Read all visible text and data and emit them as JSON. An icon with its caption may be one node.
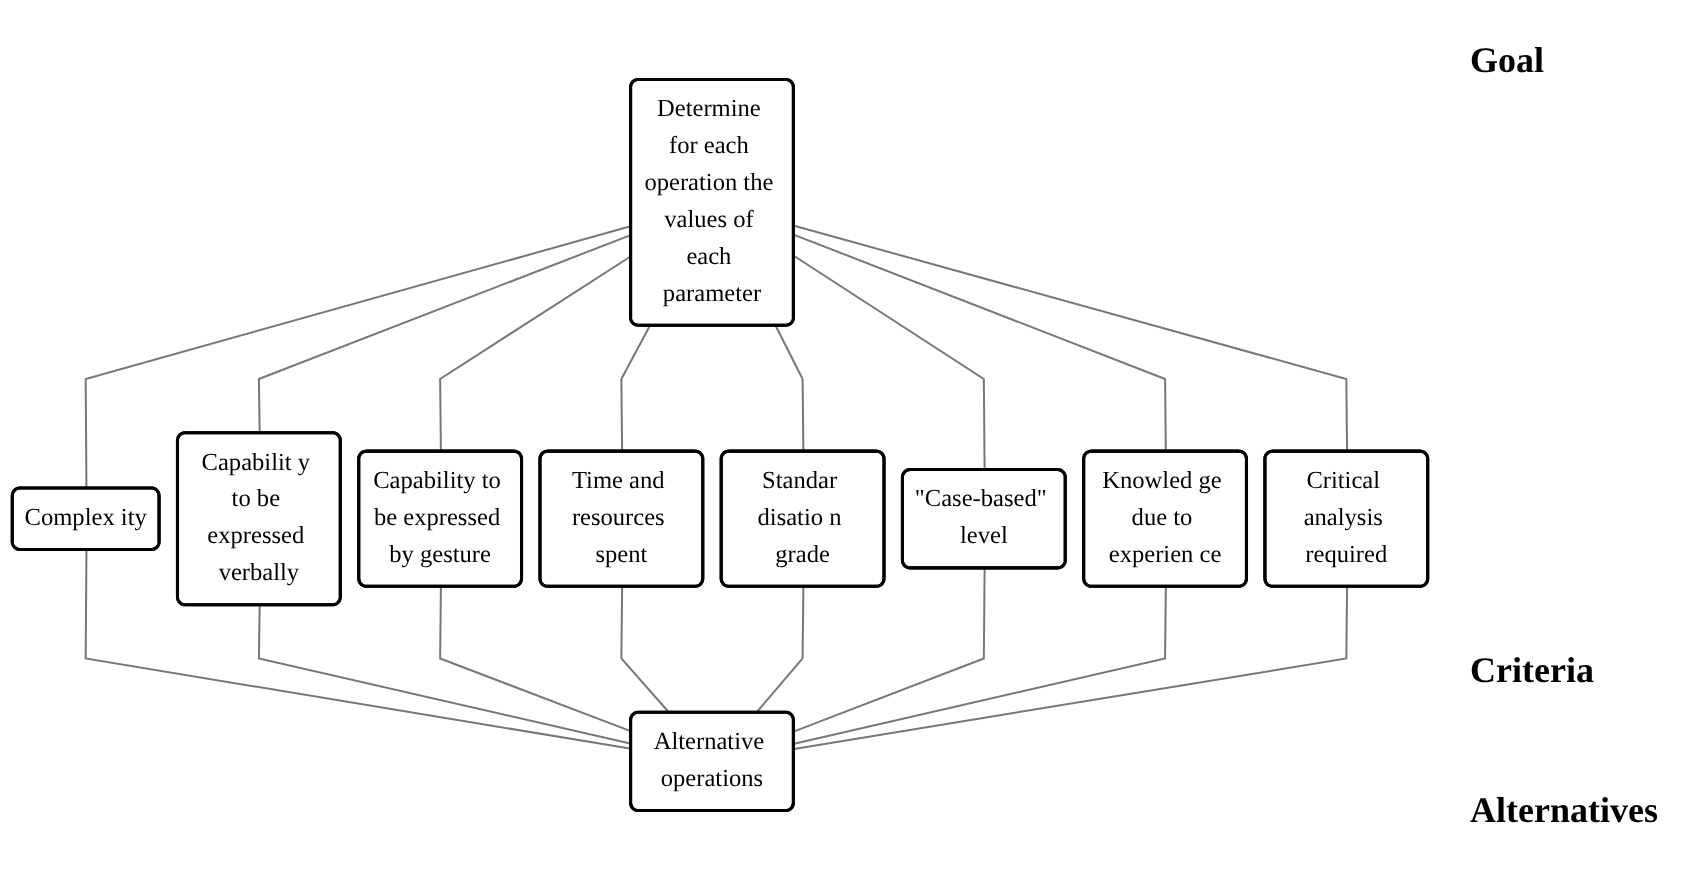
{
  "diagram": {
    "nodes": [
      {
        "text": [
          "Determine for each operation the values of each parameter"
        ]
      },
      {
        "text": [
          "Complex ity"
        ]
      },
      {
        "text": [
          "Capabilit y to be expressed verbally"
        ]
      },
      {
        "text": [
          "Capability to be expressed by gesture"
        ]
      },
      {
        "text": [
          "Time and resources spent"
        ]
      },
      {
        "text": [
          "Standar disatio n grade"
        ]
      },
      {
        "text": [
          "\"Case-based\" level"
        ]
      },
      {
        "text": [
          "Knowled ge due to experien ce"
        ]
      },
      {
        "text": [
          "Critical analysis required"
        ]
      },
      {
        "text": [
          "Alternative operations"
        ]
      }
    ],
    "edges": [
      {
        "from": 0,
        "to": 1,
        "arrow": "none"
      },
      {
        "from": 0,
        "to": 2,
        "arrow": "none"
      },
      {
        "from": 0,
        "to": 3,
        "arrow": "none"
      },
      {
        "from": 0,
        "to": 4,
        "arrow": "none"
      },
      {
        "from": 0,
        "to": 5,
        "arrow": "none"
      },
      {
        "from": 0,
        "to": 6,
        "arrow": "none"
      },
      {
        "from": 0,
        "to": 7,
        "arrow": "none"
      },
      {
        "from": 0,
        "to": 8,
        "arrow": "none"
      },
      {
        "from": 1,
        "to": 9,
        "arrow": "none"
      },
      {
        "from": 2,
        "to": 9,
        "arrow": "none"
      },
      {
        "from": 3,
        "to": 9,
        "arrow": "none"
      },
      {
        "from": 4,
        "to": 9,
        "arrow": "none"
      },
      {
        "from": 5,
        "to": 9,
        "arrow": "none"
      },
      {
        "from": 6,
        "to": 9,
        "arrow": "none"
      },
      {
        "from": 7,
        "to": 9,
        "arrow": "none"
      },
      {
        "from": 8,
        "to": 9,
        "arrow": "none"
      }
    ],
    "labels": [
      "Goal",
      "Criteria",
      "Alternatives"
    ]
  }
}
